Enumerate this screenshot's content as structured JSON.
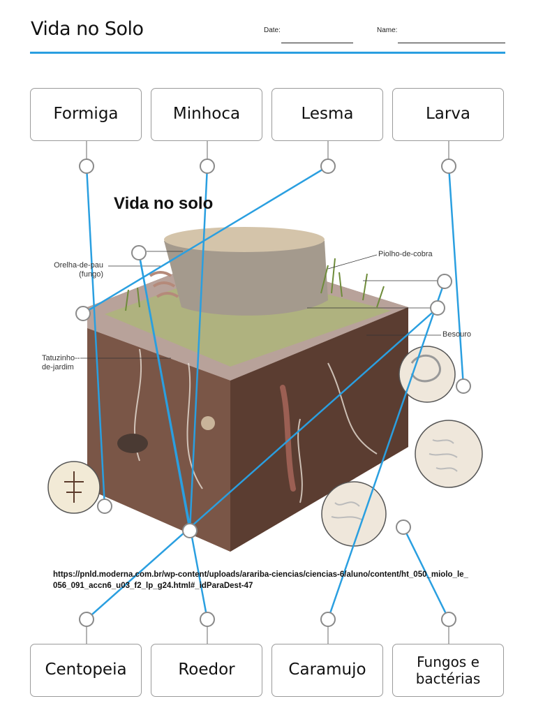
{
  "header": {
    "title": "Vida no Solo",
    "date_label": "Date:",
    "name_label": "Name:"
  },
  "top_labels": [
    "Formiga",
    "Minhoca",
    "Lesma",
    "Larva"
  ],
  "bottom_labels": [
    "Centopeia",
    "Roedor",
    "Caramujo",
    "Fungos e bactérias"
  ],
  "illustration": {
    "title": "Vida no solo",
    "callouts": {
      "orelha": "Orelha-de-pau (fungo)",
      "piolho": "Piolho-de-cobra",
      "besouro": "Besouro",
      "tatuzinho": "Tatuzinho--de-jardim"
    },
    "source": "https://pnld.moderna.com.br/wp-content/uploads/arariba-ciencias/ciencias-6/aluno/content/ht_050_miolo_le_056_091_accn6_u03_f2_lp_g24.html#_idParaDest-47"
  },
  "colors": {
    "accent": "#2a9fe0",
    "soil": "#6b4a3e",
    "box_border": "#9a9a9a"
  }
}
